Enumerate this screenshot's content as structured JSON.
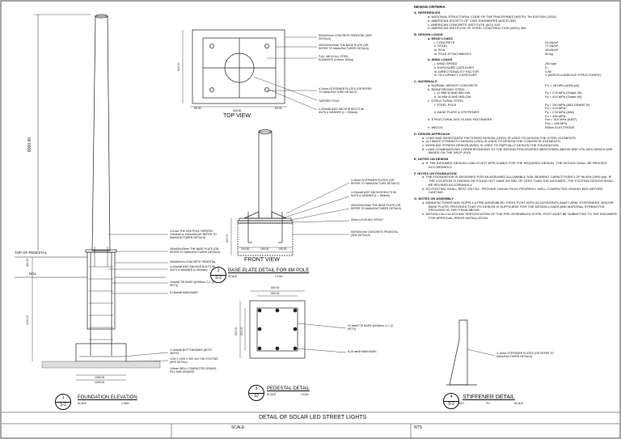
{
  "criteria": {
    "heading": "DESIGN CRITERIA",
    "references": {
      "title": "A.  REFERENCES",
      "items": [
        "a. NATIONAL STRUCTURAL CODE OF THE PHILIPPINES (NSCP), 7th EDITION (2015)",
        "b. AMERICAN SOCIETY OF CIVIL ENGINEERS (ASCE) 350",
        "c. AMERICAN CONCRETE INSTITUTE (ACI) 318",
        "d. AMERICAN INSTITUTE OF STEEL CONSTRUCTION (AISC) 360"
      ]
    },
    "loads": {
      "title": "B.  DESIGN LOADS",
      "dead_title": "a.    DEAD LOADS",
      "dead": [
        {
          "k": "i.  CONCRETE",
          "v": "24 kN/m³"
        },
        {
          "k": "ii.  STEEL",
          "v": "77 kN/m³"
        },
        {
          "k": "iii. SOIL",
          "v": "18 kN/m³"
        },
        {
          "k": "iv. POLE ATTACHMENTS",
          "v": "50 kg"
        }
      ],
      "wind_title": "b.    WIND LOADS",
      "wind": [
        {
          "k": "i.  WIND SPEED",
          "v": "250 kph"
        },
        {
          "k": "ii.  EXPOSURE CATEGORY",
          "v": "D"
        },
        {
          "k": "iii. DIRECTIONALITY FACTOR",
          "v": "0.85"
        },
        {
          "k": "iv. OCCUPANCY CATEGORY",
          "v": "V (MISCELLANEOUS STRUCTURES)"
        }
      ]
    },
    "materials": {
      "title": "C.  MATERIALS",
      "rows": [
        {
          "k": "a. NORMAL WEIGHT CONCRETE",
          "v": "F'c = 28 MPa (4000 psi)",
          "ind": 1
        },
        {
          "k": "b. REINFORCING STEEL",
          "v": "",
          "ind": 1
        },
        {
          "k": "i. 12 MM Ø AND BELOW",
          "v": "Fy = 276 MPa (Grade 40)",
          "ind": 3
        },
        {
          "k": "ii. 16 MM Ø AND BELOW",
          "v": "Fy = 414 MPa (Grade 60)",
          "ind": 3
        },
        {
          "k": "c. STRUCTURAL STEEL",
          "v": "",
          "ind": 1
        },
        {
          "k": "i. STEEL POLE",
          "v": "Fy = 240 MPa (A53 GRADE B)",
          "ind": 3
        },
        {
          "k": "",
          "v": "Fu = 415 MPa",
          "ind": 3
        },
        {
          "k": "ii. BASE PLATE & STIFFENER",
          "v": "Fy = 276 MPa (A36)",
          "ind": 3
        },
        {
          "k": "",
          "v": "Fu = 400 MPa",
          "ind": 3
        },
        {
          "k": "d. STRUCTURAL BOLTS AND FASTENERS",
          "v": "Fnt = 310 MPa (A307)",
          "ind": 1
        },
        {
          "k": "",
          "v": "Fnv = 165 MPa",
          "ind": 1
        },
        {
          "k": "e. WELDS",
          "v": "E60xx ELECTRODE",
          "ind": 1
        }
      ]
    },
    "approach": {
      "title": "D.  DESIGN APPROACH",
      "items": [
        "a. LOAD AND RESISTANCE FACTORED DESIGN (LRFD) IS USED TO DESIGN THE STEEL ELEMENTS.",
        "b. ULTIMATE STRENGTH DESIGN (USD) IS USED TO DESIGN THE CONCRETE ELEMENTS.",
        "c. WORKING STRESS DESIGN (WSD) IS USED TO PARTIALLY DESIGN THE FOUNDATION",
        "d. LOAD COMBINATIONS CORRESPONDING TO THE DESIGN PHILOSOPIES MENTIONED ABOVE ARE UTILIZED WHICH ARE BASED ON THE NSCP 2015."
      ]
    },
    "notes_design": {
      "title": "E.  NOTES ON DESIGN",
      "items": [
        "a. IF THE ASSUMED DESIGN LOAD IS NOT APPLICABLE FOR THE REQUIRED DESIGN, THE DESIGN SHALL BE REVISED ACCORDINGLY."
      ]
    },
    "notes_foundation": {
      "title": "F.  NOTES ON FOUNDATION",
      "items": [
        "a. THE FOUNDATION IS DESIGNED FOR AN ASSUMED ALLOWABLE SOIL BEARING CAPACITY(SBC) OF 96 kPa (2000 psf). IF THE LOCATION IS KNOWN OR FOUND OUT HAVE AN SBC OF LESS THAN THE ASSUMED, THE FOOTING DESIGN SHALL BE REVISED ACCORDINGLY.",
        "b. NO FOOTING SHALL REST ON FILL, PROVIDE 100mm THICK PROPERLY WELL COMPACTED GRAVEL BED BEFORE CASTING."
      ]
    },
    "notes_assembly": {
      "title": "G.  NOTES ON ASSEMBLY",
      "items": [
        "a. MANUFACTURER MAY SUPPLY A PRE-ASSEMBLED STEEL POST WITH ACCESSORIES (MAST ARM, STIFFENERS, AND/OR BASE PLATE) PROVIDED THAT ITS DESIGN IS SUFFICIENT FOR THE DESIGN LOADS AND MATERIAL STRENGTHS PROVIDED IN THE ITEMS ABOVE.",
        "b. DESIGN CALCULATIONS/ SPECIFICATION OF THE PRE-ASSEMBLED STEEL POST MUST BE SUBMITTED TO THE ENGINEER FOR APPROVAL PRIOR INSTALLATION."
      ]
    }
  },
  "elevation": {
    "pole_height": "8000.00",
    "top_of_pedestal": "TOP OF PEDESTAL",
    "ngl": "NGL",
    "dim_pedestal": "400.00",
    "dim_footing_depth": "1000.00",
    "dim_footing_w1": "1200.00",
    "dim_footing_w2": "1200.00",
    "notes": [
      "4.5 mm THK HSS POLE TAPERED 200mmØ to 100mmØ (OR REFER TO MANUFACTURER DETAILS)",
      "400x400x20mm THK BASE PLATE (OR REFER TO MANUFACTURER DETAILS)",
      "500x500mm CONCRETE PEDESTAL",
      "4-20mmØ A307 ANCHOR BOLTS W/ NUTS & WASHER (L=500mm)",
      "10mmØ TIE BARS @150mm C.C (3 SETS)",
      "8-16mmØ MAIN BARS",
      "4-16mmØ BOTTOM BARS (BOTH WAYS)",
      "1200 X 1200 X 300 mm THK FOOTING (SEE DETAIL)",
      "100mm WELL COMPACTED GRAVEL FILL SUB-GRADED"
    ],
    "title": "FOUNDATION ELEVATION",
    "num": "1",
    "sheet": "S-2",
    "scale_label": "SCALE",
    "scale": "1:30m"
  },
  "top_view": {
    "notes": [
      "500x500mm CONCRETE PEDESTAL (SEE DETAILS)",
      "400X400X20mm THK BASE PLATE (OR REFER TO MANUFACTURER DETAILS)",
      "FULL WELD ALL STEEL ELEMENTS (t=5mm, E60xx)",
      "4-16mm STIFFENER PLATES (OR REFER TO MANUFACTURE DETAILS)",
      "TAPERED POLE",
      "4-20mmØ A307 ANCHOR BOLTS W/ NUTS & WASHER (L = 500mm)"
    ],
    "dims": [
      "50.00",
      "300.00",
      "50.00",
      "400.00"
    ],
    "title": "TOP VIEW"
  },
  "front_view": {
    "notes": [
      "4-16mm STIFFENER PLATES (OR REFER TO MANUFACTURE DETAILS)",
      "4-20mmØ A307 ANCHOR BOLTS W/ NUTS & WASHER (L = 500mm)",
      "400X400X20mm THK BASE PLATE (OR REFER TO MANUFACTURER DETAILS)",
      "50mm LEVELING GROUT",
      "500X500 mm CONCRETE PEDESTAL (SEE DETAILS)"
    ],
    "dims": [
      "100.00",
      "100.00",
      "100.00",
      "400.00"
    ],
    "title": "FRONT VIEW"
  },
  "base_plate": {
    "num": "2",
    "sheet": "S-2",
    "title": "BASE PLATE DETAIL FOR 8M POLE",
    "scale_label": "SCALE",
    "scale": "1:10m"
  },
  "pedestal": {
    "dims": [
      "500.00",
      "300.00",
      "500.00",
      "300.00"
    ],
    "notes": [
      "10 mmØ TIE BARS @150mm C.C (3 SETS)",
      "8-16 mmØ MAIN BARS"
    ],
    "num": "3",
    "sheet": "S2",
    "title": "PEDESTAL DETAIL",
    "scale_label": "SCALE",
    "scale": "1:10m"
  },
  "stiffener": {
    "note": "4-16mm STIFFENER PLATES (OR REFER TO MANUFACTURER DETAILS)",
    "num": "4",
    "sheet": "S-2",
    "title": "STIFFENER DETAIL",
    "scale": "NOT",
    "scale2": "TO",
    "scale3": "SCALE"
  },
  "title_block": {
    "title": "DETAIL OF SOLAR LED STREET LIGHTS",
    "scale_label": "SCALE:",
    "scale": "NTS"
  }
}
